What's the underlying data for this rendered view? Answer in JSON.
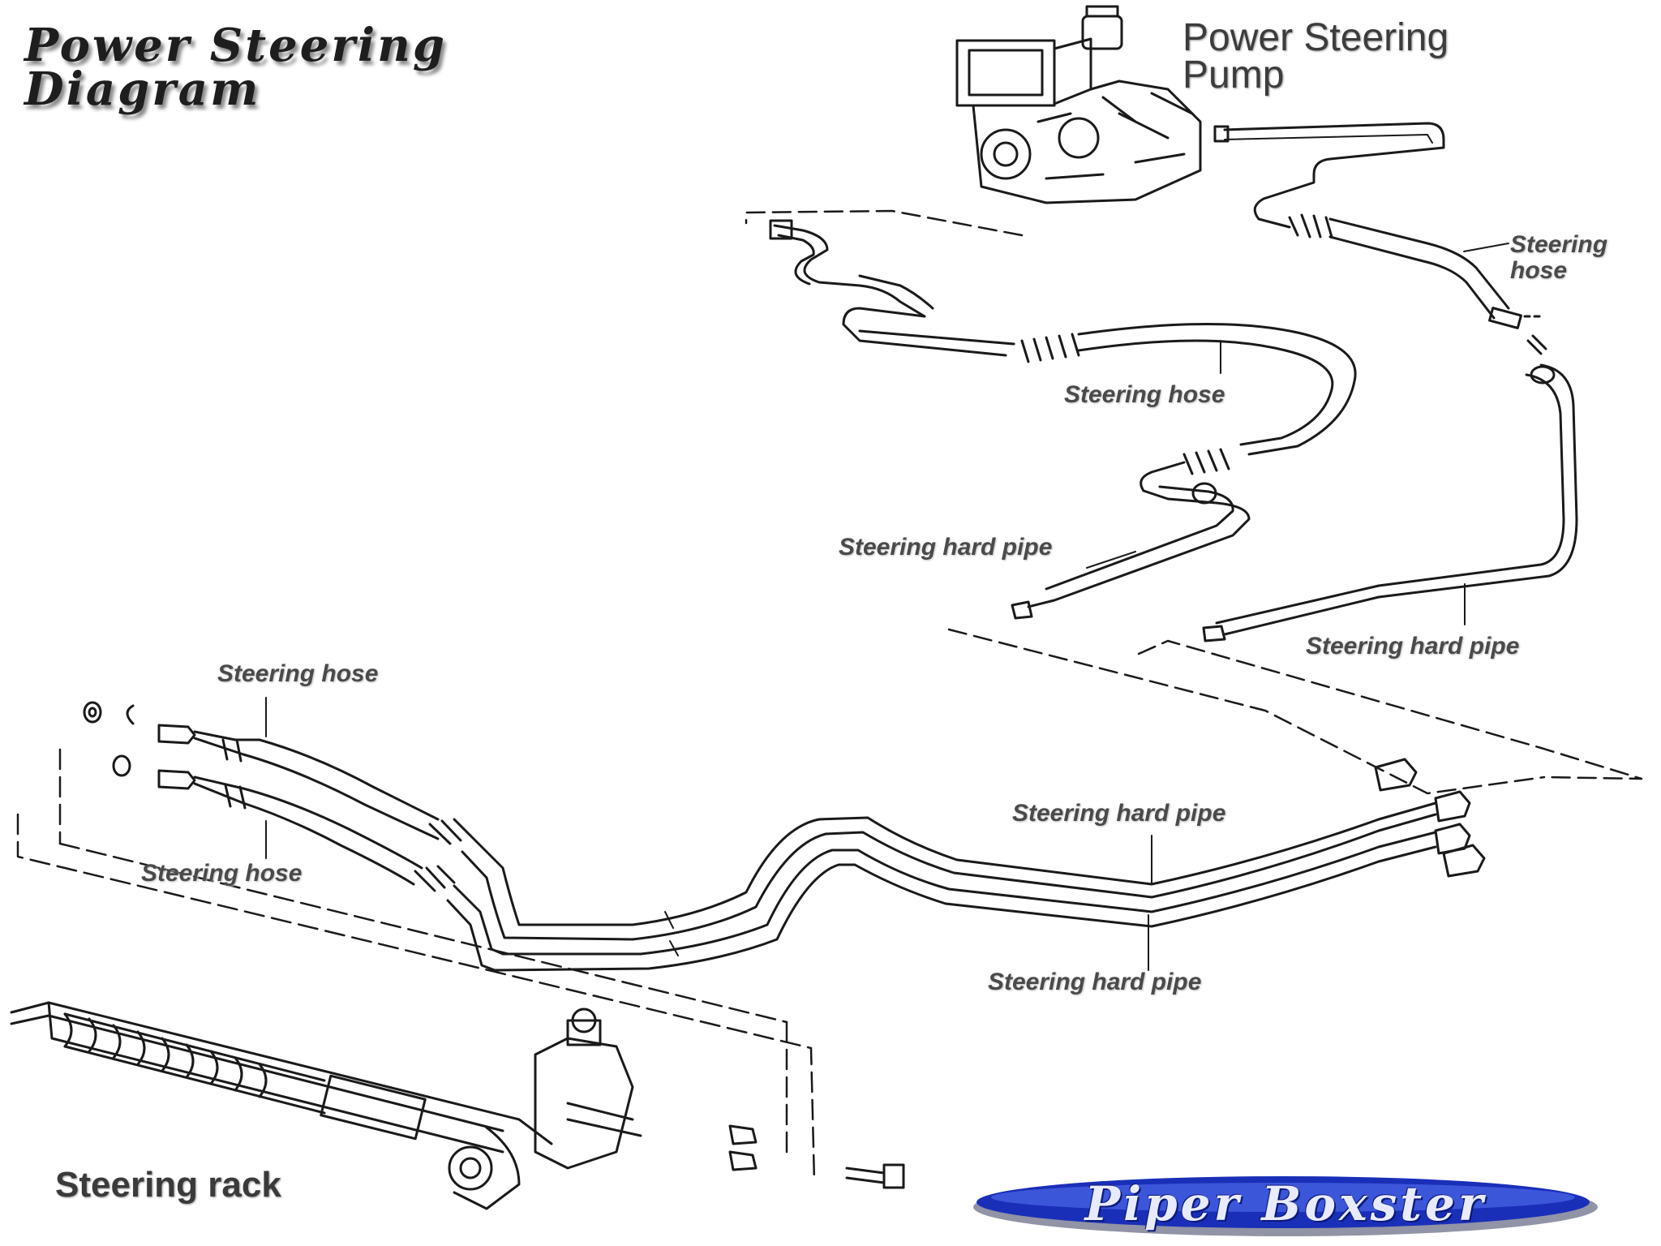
{
  "title": {
    "line1": "Power Steering",
    "line2": "Diagram"
  },
  "components": {
    "pump": {
      "line1": "Power Steering",
      "line2": "Pump"
    },
    "rack": "Steering rack"
  },
  "labels": {
    "hose_upper_right_1": "Steering",
    "hose_upper_right_2": "hose",
    "hose_middle": "Steering hose",
    "hard_pipe_middle_left": "Steering hard pipe",
    "hard_pipe_right": "Steering hard pipe",
    "hose_left_upper": "Steering hose",
    "hose_left_lower": "Steering hose",
    "hard_pipe_center_upper": "Steering hard pipe",
    "hard_pipe_center_lower": "Steering hard pipe"
  },
  "brand": "Piper Boxster"
}
